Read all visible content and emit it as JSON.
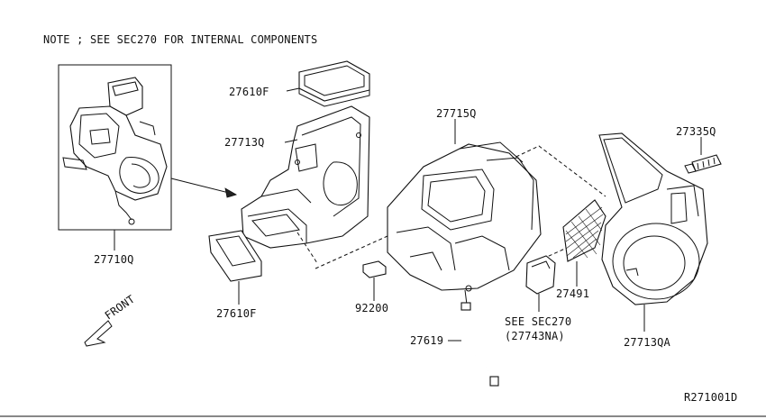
{
  "note": "NOTE ; SEE SEC270    FOR INTERNAL COMPONENTS",
  "front_label": "FRONT",
  "drawing_ref": "R271001D",
  "parts": {
    "p27710Q": "27710Q",
    "p27610F_top": "27610F",
    "p27713Q": "27713Q",
    "p27610F_bottom": "27610F",
    "p27715Q": "27715Q",
    "p92200": "92200",
    "p27619": "27619",
    "p27335Q": "27335Q",
    "p27491": "27491",
    "p27713QA": "27713QA",
    "see_sec_line1": "SEE SEC270",
    "see_sec_line2": "(27743NA)"
  }
}
